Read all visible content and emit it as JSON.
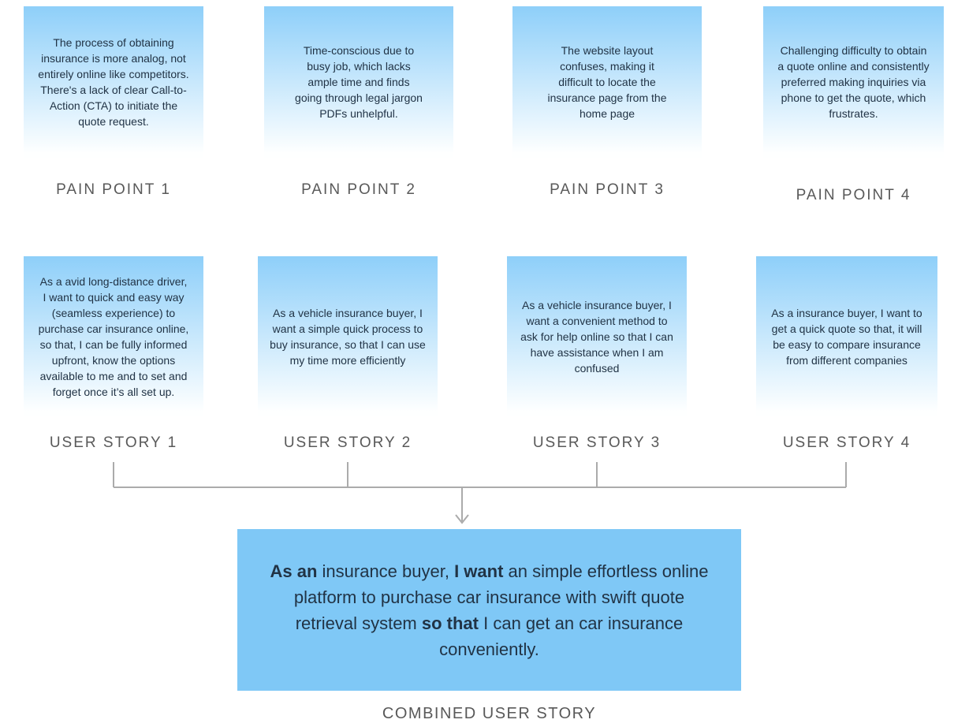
{
  "pain_points": [
    {
      "label": "PAIN POINT 1",
      "text": "The process of obtaining\ninsurance is more analog, not\nentirely online like competitors.\nThere's a lack of clear Call-to-\nAction (CTA) to initiate the\nquote request."
    },
    {
      "label": "PAIN POINT 2",
      "text": "Time-conscious due to\nbusy job, which lacks\nample time and finds\ngoing through legal jargon\nPDFs unhelpful."
    },
    {
      "label": "PAIN POINT 3",
      "text": "The website layout\nconfuses, making it\ndifficult to locate the\ninsurance page from the\nhome page"
    },
    {
      "label": "PAIN POINT 4",
      "text": "Challenging difficulty to obtain\na quote online and consistently\npreferred making inquiries via\nphone to get the quote, which\nfrustrates."
    }
  ],
  "user_stories": [
    {
      "label": "USER STORY 1",
      "text": "As a avid long-distance  driver,\nI want to quick and easy way\n(seamless experience) to\npurchase car insurance online,\nso that, I can be fully informed\nupfront, know the options\navailable to me and to set and\nforget once it’s all set up."
    },
    {
      "label": "USER STORY 2",
      "text": "As a vehicle insurance buyer, I\nwant a simple quick process to\nbuy insurance, so that I can use\nmy time more efficiently"
    },
    {
      "label": "USER STORY 3",
      "text": "As a vehicle insurance buyer, I\nwant a convenient method to\nask for help online so that I can\nhave assistance when I am\nconfused"
    },
    {
      "label": "USER STORY 4",
      "text": "As a insurance buyer, I want to\nget a quick quote so that, it will\nbe easy to compare insurance\nfrom different companies"
    }
  ],
  "combined": {
    "label": "COMBINED USER STORY",
    "segments": [
      {
        "text": "As an",
        "bold": true
      },
      {
        "text": " insurance buyer, ",
        "bold": false
      },
      {
        "text": "I want",
        "bold": true
      },
      {
        "text": " an simple effortless online\nplatform to purchase car insurance with swift quote\nretrieval system ",
        "bold": false
      },
      {
        "text": "so that",
        "bold": true
      },
      {
        "text": " I can get an car insurance\nconveniently.",
        "bold": false
      }
    ]
  },
  "colors": {
    "card_gradient_top": "#8ecff9",
    "card_gradient_bottom": "#feffff",
    "combined_box": "#7fc8f6",
    "body_text": "#213345",
    "label_text": "#595959",
    "connector": "#ababab"
  }
}
